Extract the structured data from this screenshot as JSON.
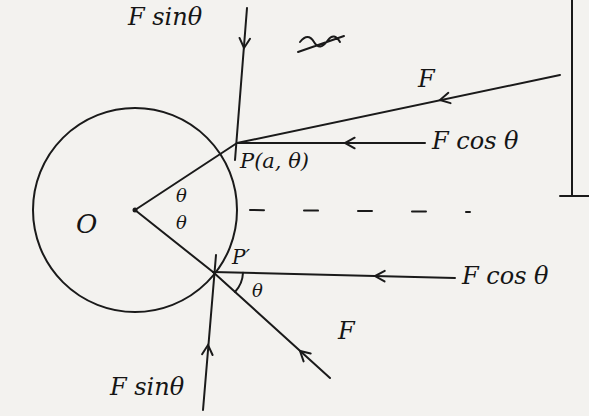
{
  "diagram": {
    "labels": [
      "F sinθ",
      "F",
      "P(a, θ)",
      "F cos θ",
      "O",
      "θ",
      "θ",
      "P′",
      "θ",
      "F cos θ",
      "F",
      "F sinθ"
    ]
  }
}
